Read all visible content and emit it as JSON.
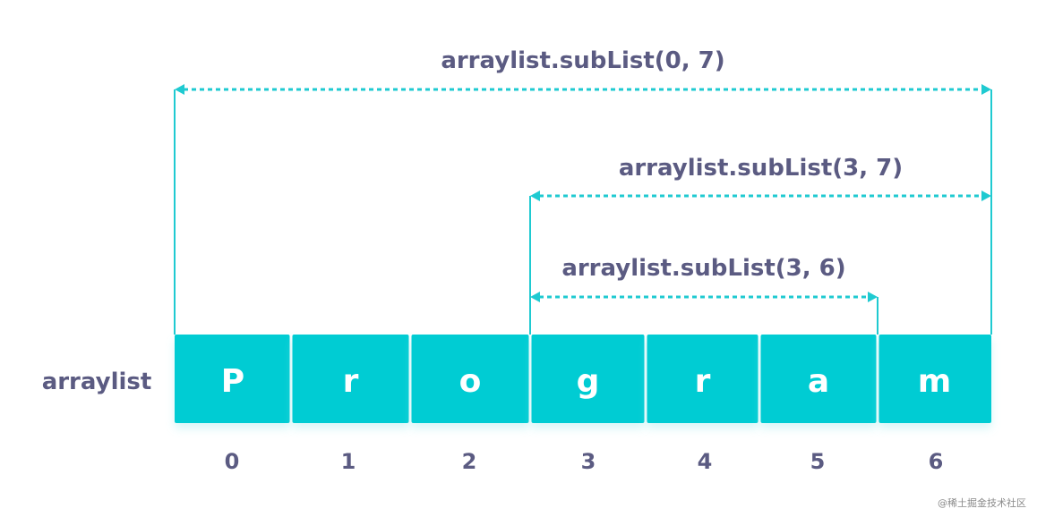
{
  "array_label": "arraylist",
  "elements": [
    "P",
    "r",
    "o",
    "g",
    "r",
    "a",
    "m"
  ],
  "indices": [
    "0",
    "1",
    "2",
    "3",
    "4",
    "5",
    "6"
  ],
  "sublists": [
    {
      "label": "arraylist.subList(0, 7)",
      "from": 0,
      "to": 7
    },
    {
      "label": "arraylist.subList(3, 7)",
      "from": 3,
      "to": 7
    },
    {
      "label": "arraylist.subList(3, 6)",
      "from": 3,
      "to": 6
    }
  ],
  "colors": {
    "cell": "#00ccd3",
    "line": "#1fcad1",
    "text": "#5b5b82"
  },
  "watermark": "@稀土掘金技术社区"
}
